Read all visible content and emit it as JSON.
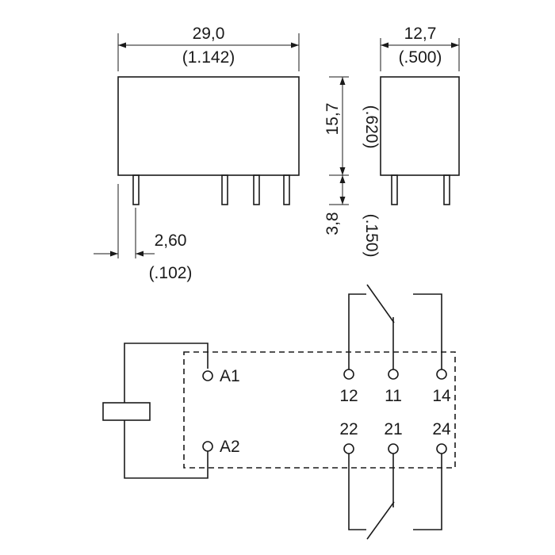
{
  "dimensions": {
    "length_mm": "29,0",
    "length_in": "(1.142)",
    "width_mm": "12,7",
    "width_in": "(.500)",
    "height_mm": "15,7",
    "height_in": "(.620)",
    "pin_length_mm": "3,8",
    "pin_length_in": "(.150)",
    "pin_offset_mm": "2,60",
    "pin_offset_in": "(.102)"
  },
  "schematic": {
    "coil_terminal_1": "A1",
    "coil_terminal_2": "A2",
    "contacts_top": [
      "12",
      "11",
      "14"
    ],
    "contacts_bottom": [
      "22",
      "21",
      "24"
    ]
  }
}
